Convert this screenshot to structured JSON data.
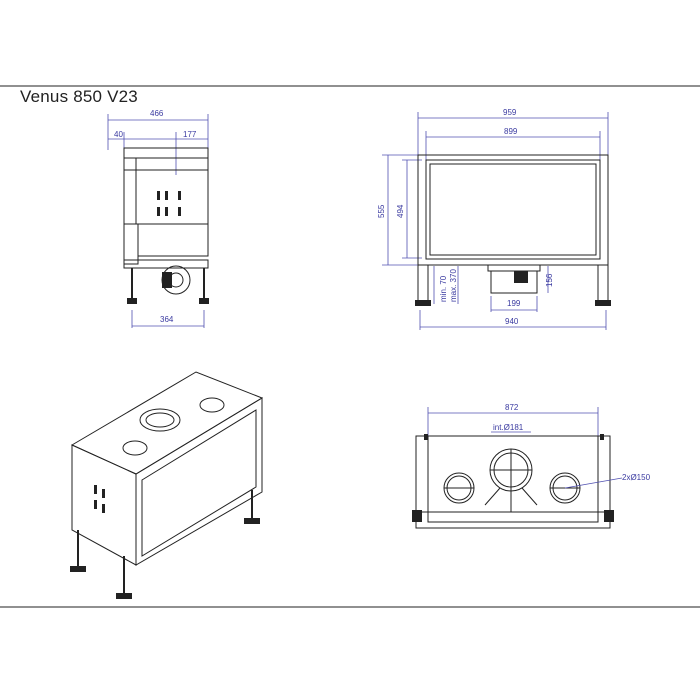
{
  "title": "Venus 850 V23",
  "side_view": {
    "dims": {
      "top_width": "466",
      "left_offset": "40",
      "right_offset": "177",
      "bottom_width": "364"
    }
  },
  "front_view": {
    "dims": {
      "outer_width": "959",
      "glass_width": "899",
      "height": "555",
      "glass_height": "494",
      "min_leg": "min. 70",
      "max_leg": "max. 370",
      "box_height": "156",
      "box_width": "199",
      "bottom_width": "940"
    }
  },
  "top_view": {
    "dims": {
      "width": "872",
      "outlet": "int.Ø181",
      "side_outlets": "2xØ150"
    }
  }
}
